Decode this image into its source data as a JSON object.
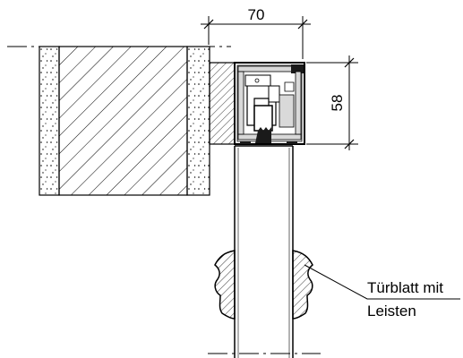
{
  "colors": {
    "line": "#000000",
    "background": "#ffffff",
    "profile_fill": "#d9d9d9",
    "seal_fill": "#1a1a1a"
  },
  "dimensions": {
    "width_label": "70",
    "height_label": "58"
  },
  "annotation": {
    "line1": "Türblatt mit",
    "line2": "Leisten"
  }
}
